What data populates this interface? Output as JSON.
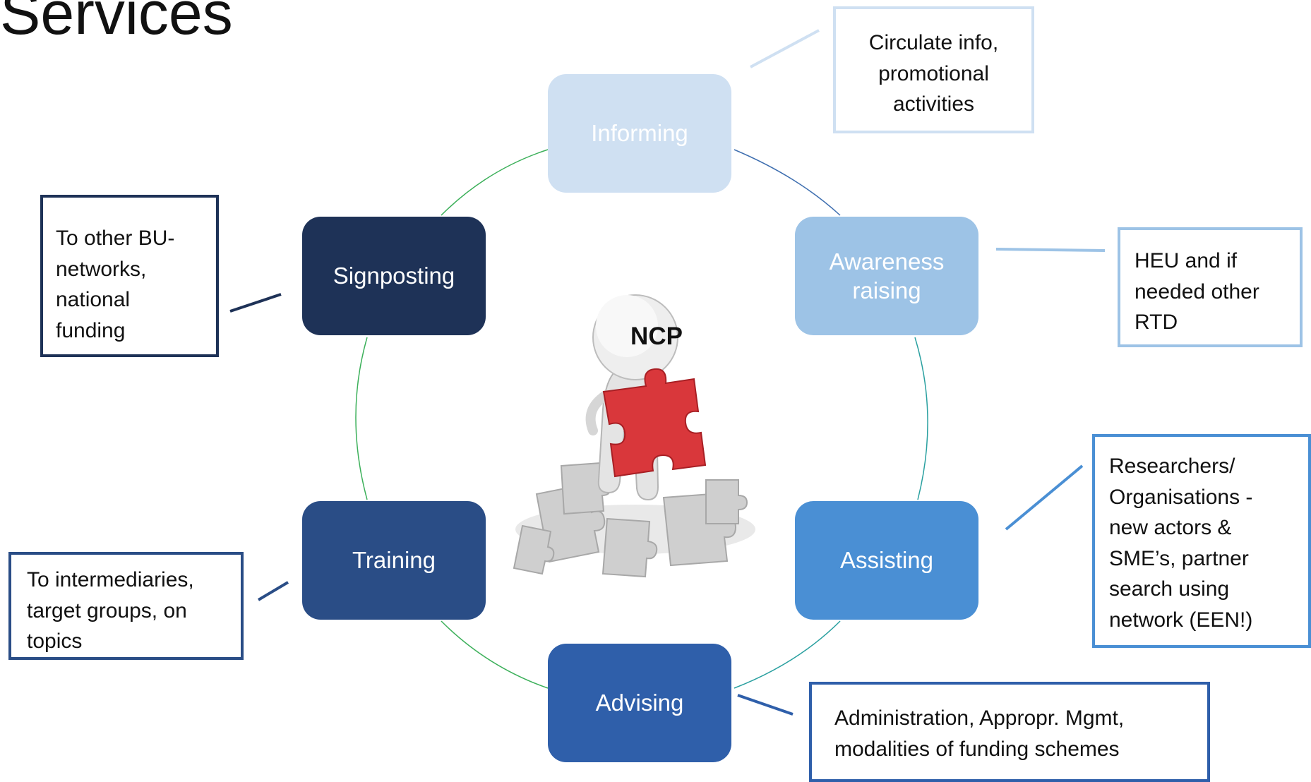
{
  "title": "Services",
  "center": {
    "label": "NCP",
    "figure_icon": "person-holding-puzzle-piece-icon"
  },
  "nodes": {
    "informing": {
      "label": "Informing",
      "color": "#cfe0f2",
      "text_color": "#ffffff"
    },
    "awareness": {
      "label": "Awareness\nraising",
      "color": "#9dc3e6",
      "text_color": "#ffffff"
    },
    "assisting": {
      "label": "Assisting",
      "color": "#4a8fd4",
      "text_color": "#ffffff"
    },
    "advising": {
      "label": "Advising",
      "color": "#2f5faa",
      "text_color": "#ffffff"
    },
    "training": {
      "label": "Training",
      "color": "#2a4d86",
      "text_color": "#ffffff"
    },
    "signposting": {
      "label": "Signposting",
      "color": "#1e3257",
      "text_color": "#ffffff"
    }
  },
  "notes": {
    "informing": {
      "text": "Circulate info,\npromotional\nactivities",
      "border": "#cfe0f2"
    },
    "awareness": {
      "text": "HEU and if\nneeded other\nRTD",
      "border": "#9dc3e6"
    },
    "assisting": {
      "text": "Researchers/\nOrganisations -\nnew actors &\nSME’s, partner\nsearch using\nnetwork (EEN!)",
      "border": "#4a8fd4"
    },
    "advising": {
      "text": "Administration, Appropr. Mgmt,\nmodalities of funding schemes",
      "border": "#2f5faa"
    },
    "training": {
      "text": "To intermediaries,\ntarget groups, on\ntopics",
      "border": "#2a4d86"
    },
    "signposting": {
      "text": "To other BU-\nnetworks,\nnational\nfunding",
      "border": "#1e3257"
    }
  }
}
